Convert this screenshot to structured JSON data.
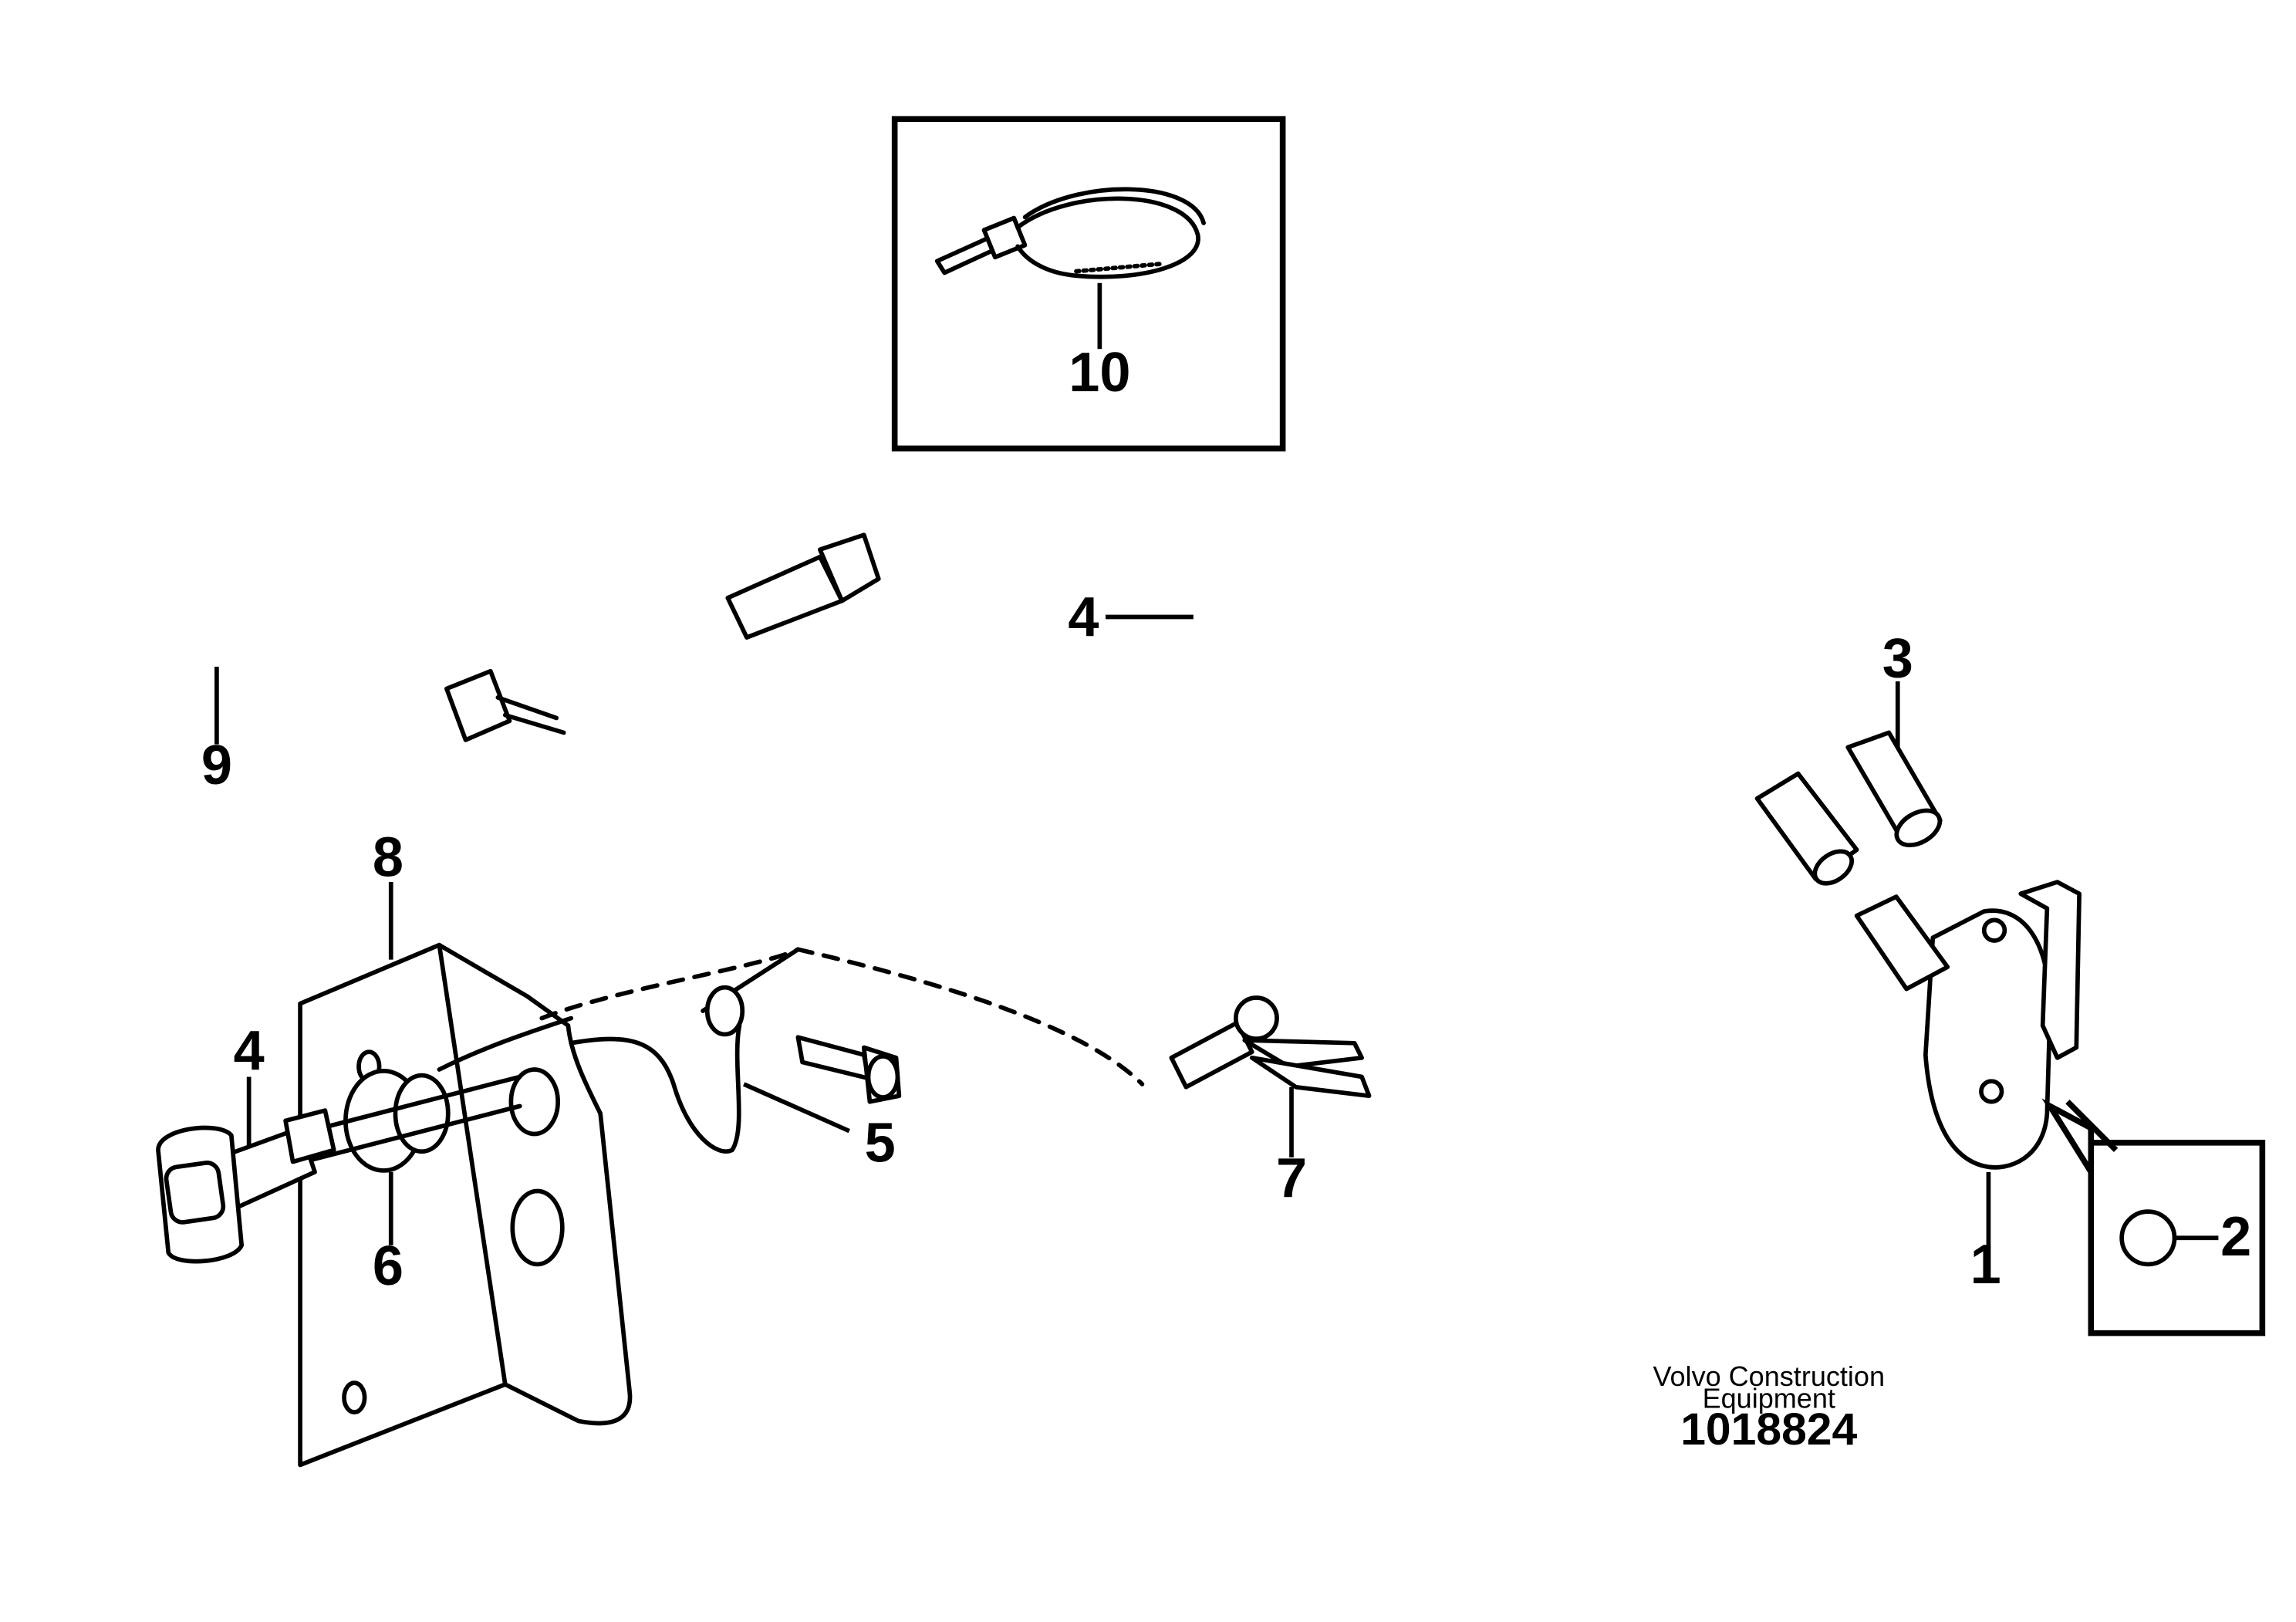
{
  "callouts": {
    "c1": "1",
    "c2": "2",
    "c3": "3",
    "c4_cable": "4",
    "c4_plug": "4",
    "c5": "5",
    "c6": "6",
    "c7": "7",
    "c8": "8",
    "c9": "9",
    "c10": "10"
  },
  "footer": {
    "brand_line1": "Volvo Construction",
    "brand_line2": "Equipment",
    "document_number": "1018824"
  }
}
